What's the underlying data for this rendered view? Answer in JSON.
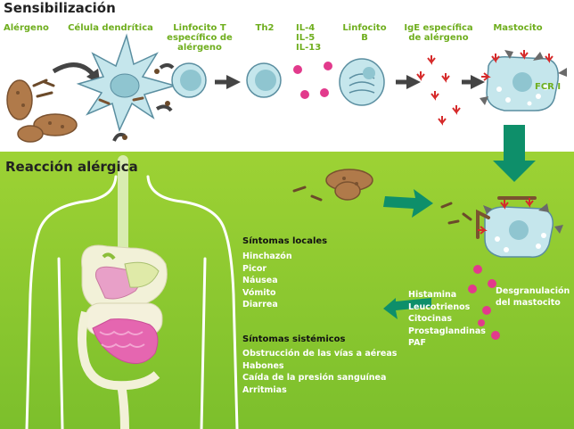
{
  "sensitization": {
    "title": "Sensibilización",
    "labels": {
      "allergen": "Alérgeno",
      "dendritic": "Célula dendrítica",
      "lymph_t": "Linfocito T específico de alérgeno",
      "th2": "Th2",
      "interleukins": [
        "IL-4",
        "IL-5",
        "IL-13"
      ],
      "lymph_b": "Linfocito B",
      "ige": "IgE específica de alérgeno",
      "mast": "Mastocito",
      "fceri": "FCR I"
    }
  },
  "reaction": {
    "title": "Reacción alérgica",
    "local": {
      "title": "Síntomas locales",
      "items": [
        "Hinchazón",
        "Picor",
        "Náusea",
        "Vómito",
        "Diarrea"
      ]
    },
    "systemic": {
      "title": "Síntomas sistémicos",
      "items": [
        "Obstrucción de las vías a aéreas",
        "Habones",
        "Caída de la presión sanguínea",
        "Arritmias"
      ]
    },
    "mediators": [
      "Histamina",
      "Leucotrienos",
      "Citocinas",
      "Prostaglandinas",
      "PAF"
    ],
    "degranulation": "Desgranulación del mastocito"
  },
  "colors": {
    "label_green": "#6fae1e",
    "background_green": "#8cc63f",
    "cell_fill": "#c5e6ec",
    "cell_stroke": "#5a8ea0",
    "arrow_gray": "#444444",
    "arrow_teal": "#0e8f6a",
    "ige_red": "#d62b2b",
    "mediator_pink": "#e23a8c",
    "allergen_brown": "#b07a4a"
  }
}
